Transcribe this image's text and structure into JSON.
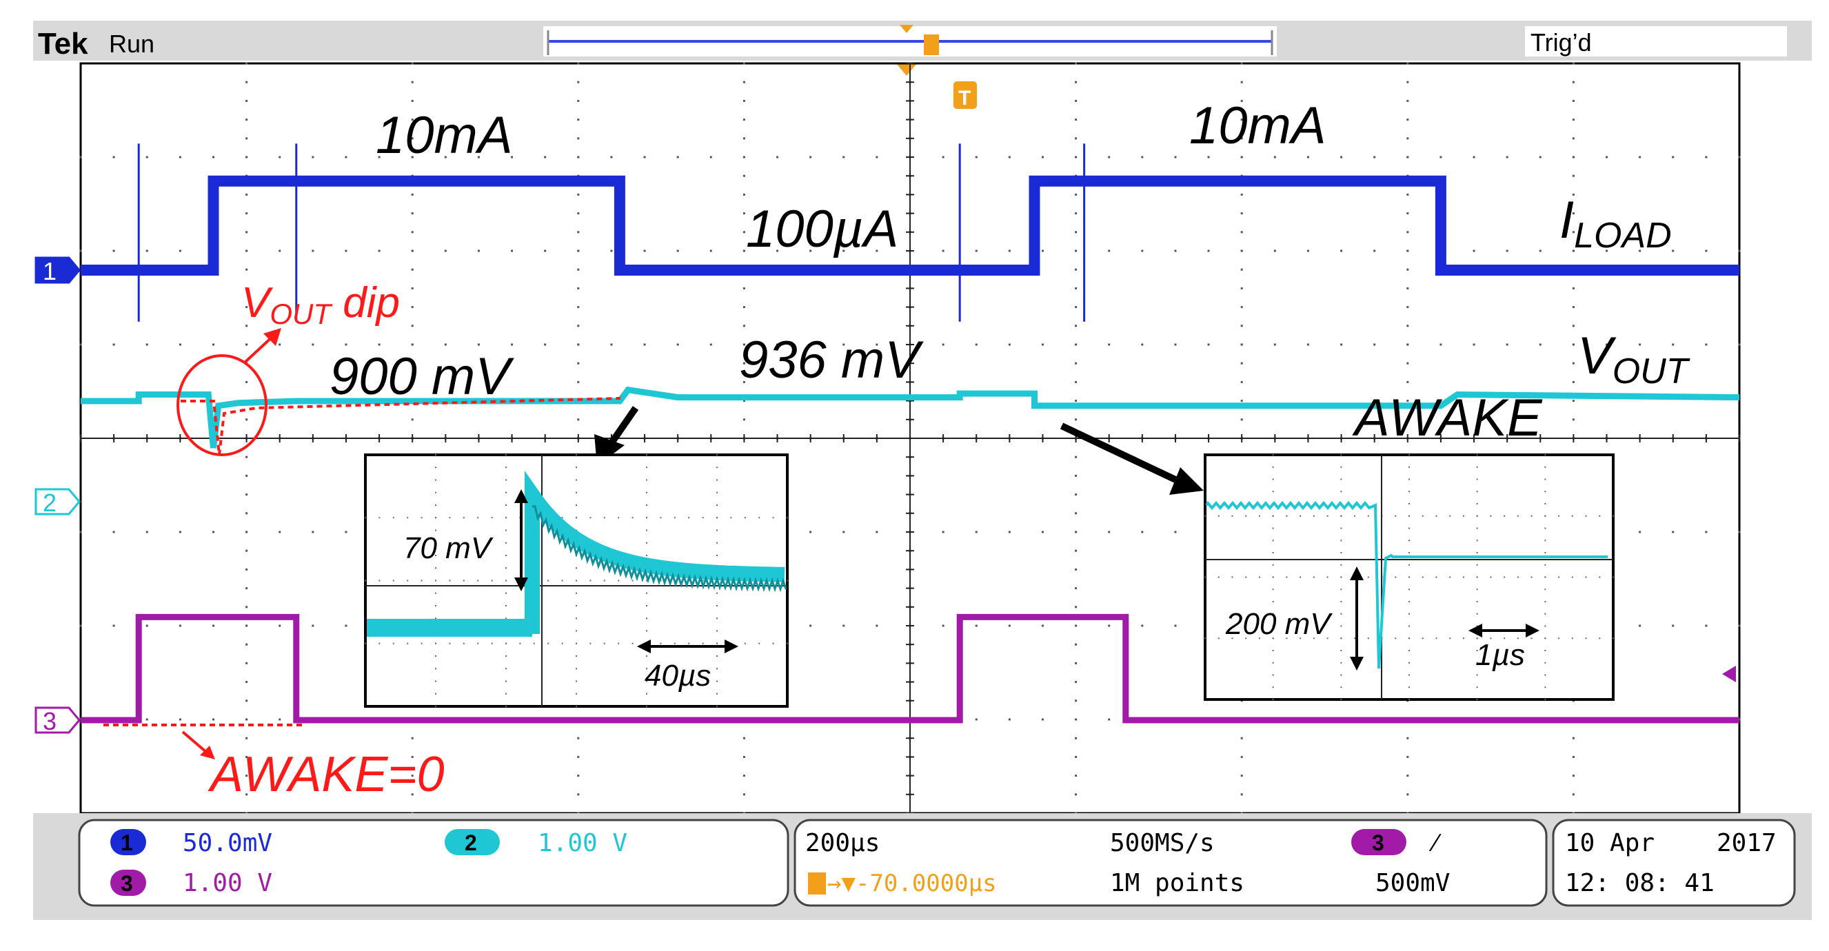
{
  "header": {
    "brand": "Tek",
    "run_state": "Run",
    "trigger_state": "Trig’d",
    "trigger_marker": "T"
  },
  "channels": [
    {
      "num": "1",
      "scale": "50.0mV",
      "color": "#1a2bd6"
    },
    {
      "num": "2",
      "scale": "1.00 V",
      "color": "#1fc7d4"
    },
    {
      "num": "3",
      "scale": "1.00 V",
      "color": "#a21aa8"
    }
  ],
  "timebase": {
    "time_per_div": "200µs",
    "sample_rate": "500MS/s",
    "trigger_offset": "→▼-70.0000µs",
    "record_length": "1M points",
    "trigger_source": "3",
    "trigger_slope": "∕",
    "trigger_level": "500mV"
  },
  "datetime": {
    "date": "10 Apr",
    "year": "2017",
    "time": "12: 08: 41"
  },
  "annotations": {
    "load_high_1": "10mA",
    "load_high_2": "10mA",
    "load_low": "100µA",
    "vout_low": "900 mV",
    "vout_high": "936 mV",
    "vout_dip_label": "dip",
    "awake_zero": "AWAKE=0",
    "awake_label": "AWAKE",
    "inset1_amp": "70 mV",
    "inset1_time": "40µs",
    "inset2_amp": "200 mV",
    "inset2_time": "1µs"
  },
  "colors": {
    "ch1": "#1a2bd6",
    "ch2": "#1fc7d4",
    "ch3": "#a21aa8",
    "annotation_red": "#ff1a1a",
    "trigger_orange": "#f2a01a"
  },
  "chart_data": {
    "type": "line",
    "title": "",
    "xlabel": "",
    "ylabel": "",
    "grid": true,
    "divisions": {
      "x": 10,
      "y": 8
    },
    "time_per_div_us": 200,
    "trigger_position_div": 5,
    "series": [
      {
        "name": "I",
        "channel": "1",
        "unit_high": "10mA",
        "unit_low": "100µA",
        "x_div": [
          0,
          0.8,
          0.8,
          3.25,
          3.25,
          5.75,
          5.75,
          8.2,
          8.2,
          10
        ],
        "level_div": [
          0,
          0,
          0.95,
          0.95,
          0,
          0,
          0.95,
          0.95,
          0,
          0
        ],
        "spikes_div": [
          0.35,
          1.3,
          5.3,
          6.05
        ]
      },
      {
        "name": "V",
        "channel": "2",
        "x_div": [
          0,
          0.35,
          0.35,
          0.77,
          0.8,
          0.83,
          0.95,
          1.3,
          3.25,
          3.3,
          3.6,
          5.3,
          5.3,
          5.75,
          5.75,
          8.2,
          8.3,
          10
        ],
        "level_div": [
          1.1,
          1.1,
          1.17,
          1.17,
          0.6,
          1.05,
          1.08,
          1.1,
          1.1,
          1.22,
          1.14,
          1.14,
          1.18,
          1.18,
          1.05,
          1.05,
          1.17,
          1.14
        ]
      },
      {
        "name": "AWAKE",
        "channel": "3",
        "x_div": [
          0,
          0.35,
          0.35,
          1.3,
          1.3,
          5.3,
          5.3,
          6.3,
          6.3,
          10
        ],
        "level_div": [
          0,
          0,
          1.1,
          1.1,
          0,
          0,
          1.1,
          1.1,
          0,
          0
        ]
      }
    ],
    "insets": [
      {
        "amplitude": "70 mV",
        "time_span": "40µs"
      },
      {
        "amplitude": "200 mV",
        "time_span": "1µs"
      }
    ]
  }
}
